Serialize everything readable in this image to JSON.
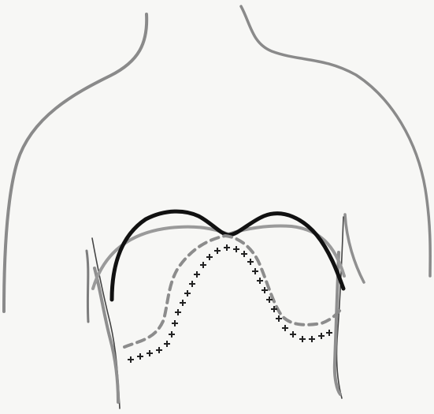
{
  "figure": {
    "background": "#f7f7f5",
    "colors": {
      "torso_outline": "#8a8a8a",
      "side_lines": "#7d7d7d",
      "heavy_curve": "#111111",
      "grey_curve": "#9a9a9a",
      "dashed_curve": "#8c8c8c",
      "cross_marks": "#222222"
    },
    "elements": [
      "torso-outline",
      "side-lines",
      "heavy-dome-curve",
      "grey-dome-curve",
      "dashed-dome-curve",
      "crossed-dome-curve"
    ]
  }
}
